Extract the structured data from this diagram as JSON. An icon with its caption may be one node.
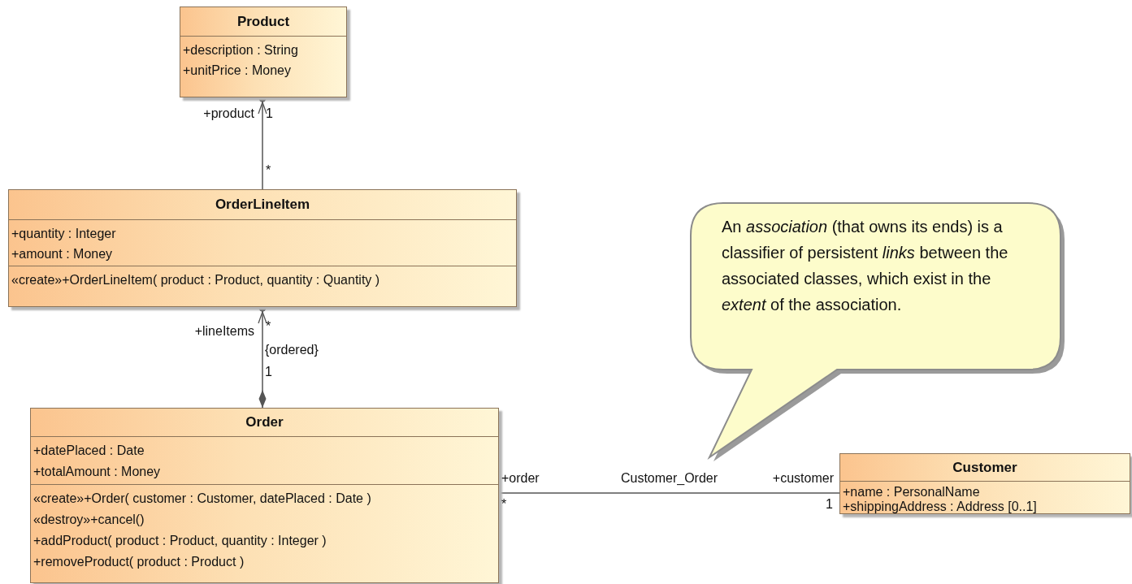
{
  "diagram": {
    "nodes": [
      {
        "text": [
          "Product",
          "+description : String",
          "+unitPrice : Money"
        ]
      },
      {
        "text": [
          "OrderLineItem",
          "+quantity : Integer",
          "+amount : Money",
          "«create»+OrderLineItem( product : Product, quantity : Quantity )"
        ]
      },
      {
        "text": [
          "Order",
          "+datePlaced : Date",
          "+totalAmount : Money",
          "«create»+Order( customer : Customer, datePlaced : Date )",
          "«destroy»+cancel()",
          "+addProduct( product : Product, quantity : Integer )",
          "+removeProduct( product : Product )"
        ]
      },
      {
        "text": [
          "Customer",
          "+name : PersonalName",
          "+shippingAddress : Address [0..1]"
        ]
      },
      {
        "text": [
          "An *association* (that owns its ends) is a classifier of persistent *links* between the associated classes, which exist in the *extent* of the association."
        ]
      }
    ],
    "edges": [
      {
        "from": 1,
        "to": 0,
        "arrow": "to"
      },
      {
        "from": 2,
        "to": 1,
        "arrow": "to"
      },
      {
        "from": 2,
        "to": 3,
        "arrow": "none",
        "label": "Customer_Order"
      }
    ],
    "labels": [
      "+product",
      "1",
      "*",
      "+lineItems",
      "*",
      "{ordered}",
      "1",
      "+order",
      "*",
      "+customer",
      "1"
    ]
  }
}
